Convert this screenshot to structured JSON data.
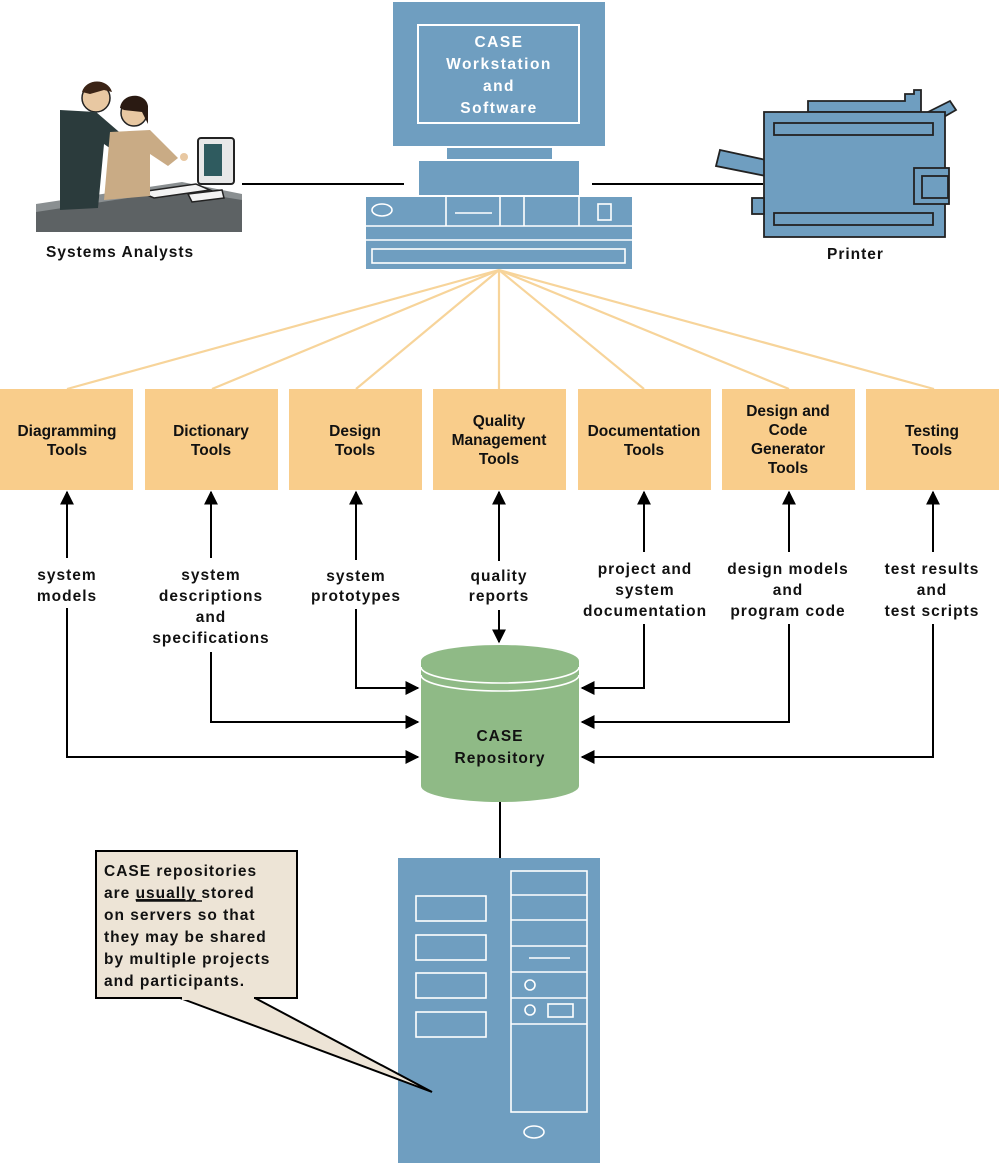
{
  "workstation": {
    "lines": [
      "CASE",
      "Workstation",
      "and",
      "Software"
    ]
  },
  "analysts": {
    "label": "Systems Analysts"
  },
  "printer": {
    "label": "Printer"
  },
  "tools": [
    {
      "lines": [
        "Diagramming",
        "Tools"
      ]
    },
    {
      "lines": [
        "Dictionary",
        "Tools"
      ]
    },
    {
      "lines": [
        "Design",
        "Tools"
      ]
    },
    {
      "lines": [
        "Quality",
        "Management",
        "Tools"
      ]
    },
    {
      "lines": [
        "Documentation",
        "Tools"
      ]
    },
    {
      "lines": [
        "Design and",
        "Code",
        "Generator",
        "Tools"
      ]
    },
    {
      "lines": [
        "Testing",
        "Tools"
      ]
    }
  ],
  "flows": [
    {
      "lines": [
        "system",
        "models"
      ]
    },
    {
      "lines": [
        "system",
        "descriptions",
        "and",
        "specifications"
      ]
    },
    {
      "lines": [
        "system",
        "prototypes"
      ]
    },
    {
      "lines": [
        "quality",
        "reports"
      ]
    },
    {
      "lines": [
        "project and",
        "system",
        "documentation"
      ]
    },
    {
      "lines": [
        "design models",
        "and",
        "program code"
      ]
    },
    {
      "lines": [
        "test results",
        "and",
        "test scripts"
      ]
    }
  ],
  "repository": {
    "lines": [
      "CASE",
      "Repository"
    ]
  },
  "callout": {
    "line1": "CASE repositories",
    "line2_prefix": "are ",
    "line2_underlined": "usually",
    "line2_suffix": " stored",
    "line3": "on servers so that",
    "line4": "they may be shared",
    "line5": "by multiple projects",
    "line6": "and participants."
  },
  "colors": {
    "device_blue": "#6f9ec0",
    "tool_orange": "#f9cd8b",
    "connector_orange": "#f7d49a",
    "repo_green": "#8fba86",
    "callout_bg": "#ede4d6"
  }
}
